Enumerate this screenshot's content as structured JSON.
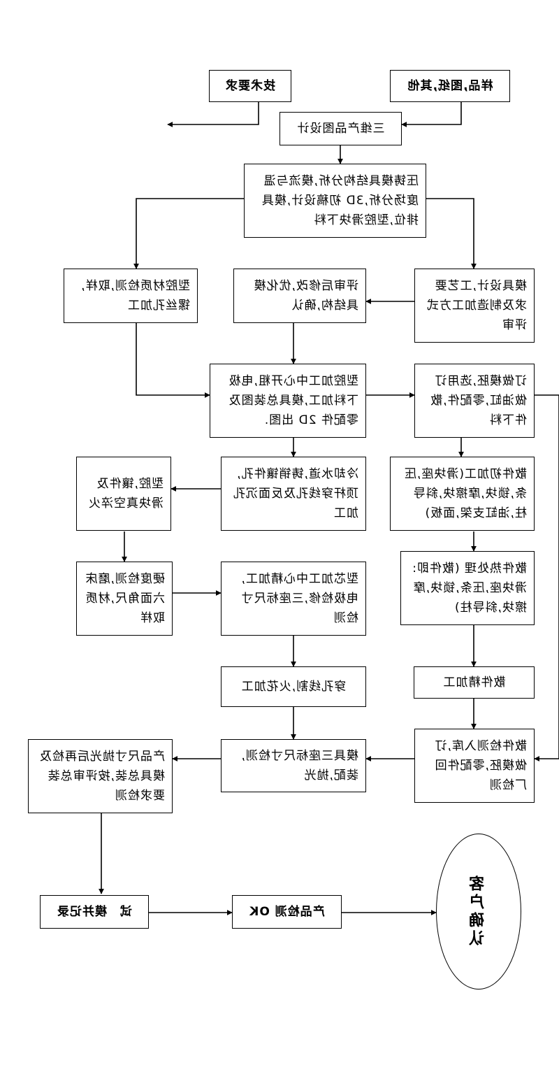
{
  "diagram": {
    "nodes": {
      "tech_req": "技术要求",
      "samples": "样品,图纸,其他",
      "design_3d": "三维产品图设计",
      "analysis": "压铸模具结构分析,模流与温度场分析,3D 初稿设计,模具排位,型腔滑块下料",
      "mold_design": "模具设计,工艺要求及制造加工方式评审",
      "review_modify": "评审后修改,优化模具结构,确认",
      "cavity_inspect": "型腔材质检测,取样,镙丝孔加工",
      "cavity_machining": "型腔加工中心开粗,电极下料加工,模具总装图及零配件 2D 出图.",
      "order_blank": "订做模胚,选用订做油缸,零配件,散件下料",
      "cooling": "冷却水道,铸销镶件孔,顶杆穿线孔及反面沉孔加工",
      "vacuum_quench": "型腔,镶件及滑块真空淬火",
      "parts_rough": "散件初加工(滑块座,压条,锁块,摩擦块,斜导柱,油缸支架,面板)",
      "hardness": "硬度检测,磨床六面角尺,材质取样",
      "core_finish": "型芯加工中心精加工,电极检修,三座标尺寸检测",
      "heat_treat": "散件热处理 (散件即:滑块座,压条,锁块,摩擦块,斜导柱)",
      "wire_cut": "穿孔线割,火花加工",
      "parts_finish": "散件精加工",
      "cmm_assembly": "模具三座标尺寸检测,装配,抛光",
      "parts_storage": "散件检测入库,订做模胚,零配件回厂检测",
      "final_check": "产品尺寸抛光后再检及模具总装,按评审总装要求检测",
      "trial": "试　模并记录",
      "product_ok": "产品检测 OK",
      "customer": "客户确认"
    }
  }
}
